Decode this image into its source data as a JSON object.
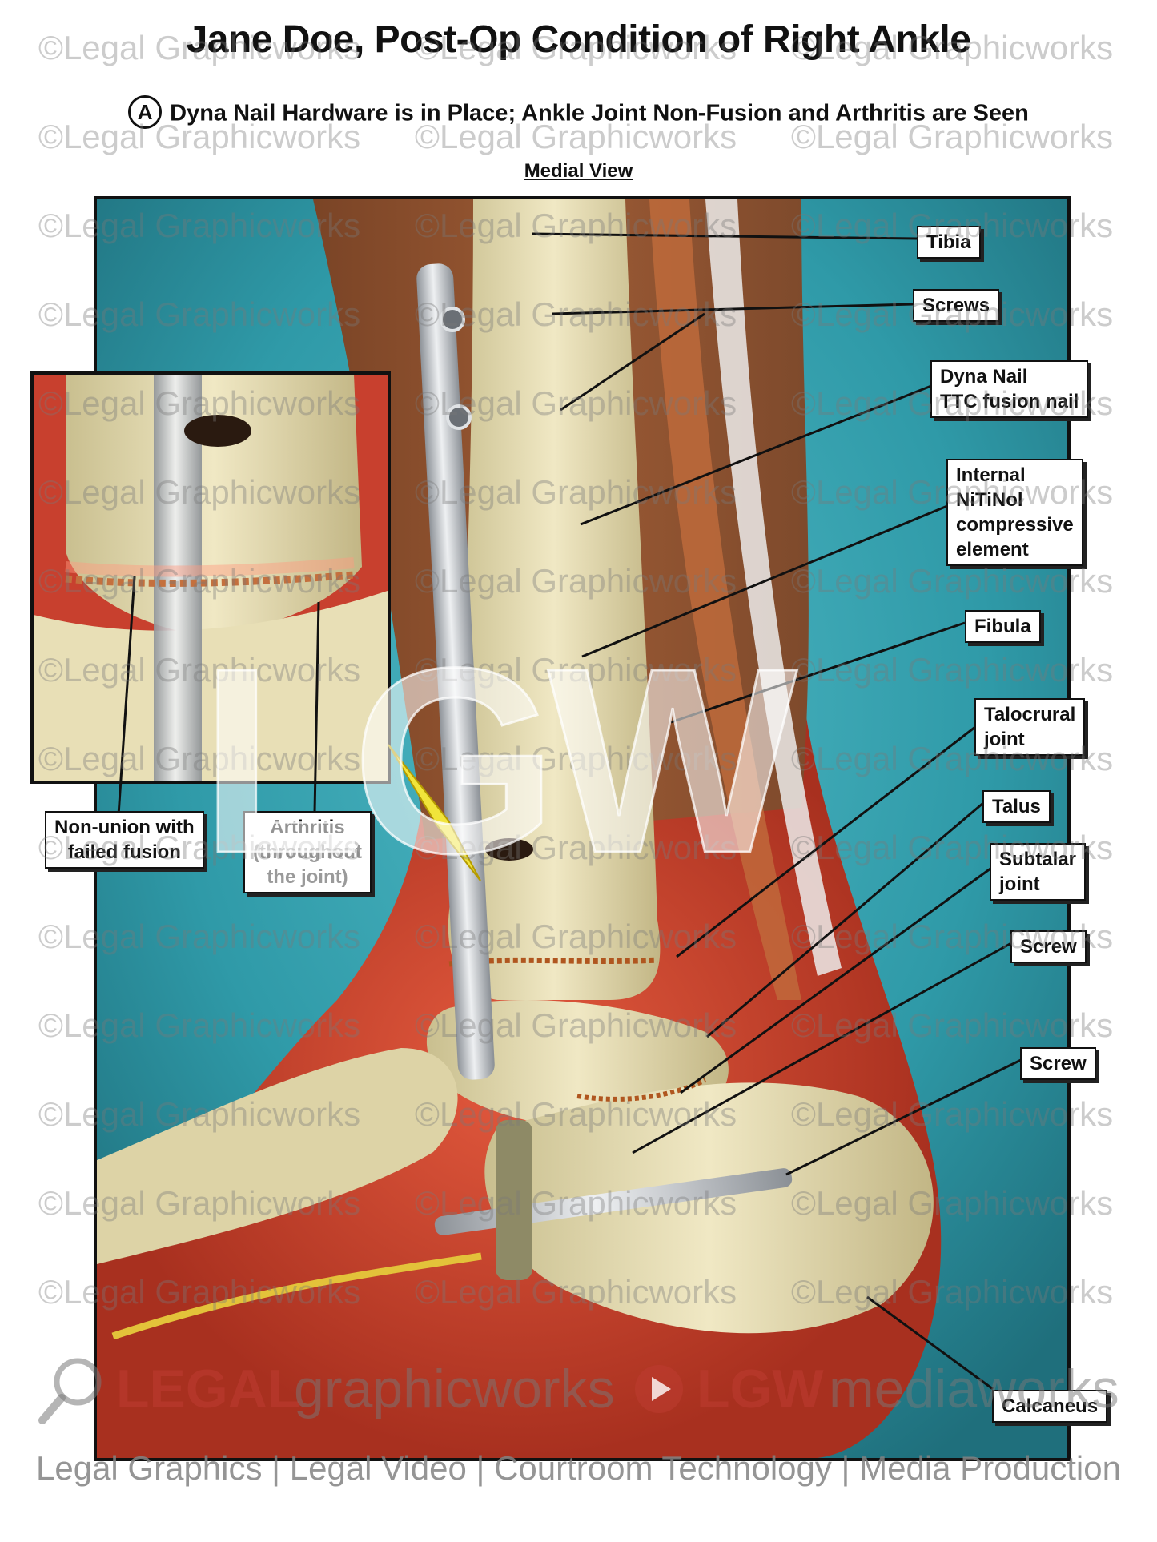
{
  "title": "Jane Doe, Post-Op Condition of Right Ankle",
  "subtitle": {
    "marker": "A",
    "text": "Dyna Nail Hardware is in Place; Ankle Joint Non-Fusion and Arthritis are Seen"
  },
  "view": "Medial View",
  "labels": {
    "tibia": "Tibia",
    "screws": "Screws",
    "dyna_nail_1": "Dyna Nail",
    "dyna_nail_2": "TTC fusion nail",
    "internal_1": "Internal",
    "internal_2": "NiTiNol",
    "internal_3": "compressive",
    "internal_4": "element",
    "fibula": "Fibula",
    "talocrural_1": "Talocrural",
    "talocrural_2": "joint",
    "talus": "Talus",
    "subtalar_1": "Subtalar",
    "subtalar_2": "joint",
    "screw_1": "Screw",
    "screw_2": "Screw",
    "calcaneus": "Calcaneus",
    "nonunion_1": "Non-union with",
    "nonunion_2": "failed fusion",
    "arthritis_1": "Arthritis",
    "arthritis_2": "(throughout",
    "arthritis_3": "the joint)"
  },
  "watermark": {
    "text": "©Legal Graphicworks",
    "logo": "LGW",
    "brand_legal": "LEGAL",
    "brand_graphicworks": "graphicworks",
    "brand_lgw": "LGW",
    "brand_mediaworks": "mediaworks",
    "footer": "Legal Graphics | Legal Video | Courtroom Technology | Media Production"
  },
  "colors": {
    "background_teal": "#2f9aa8",
    "soft_tissue_red": "#c8402e",
    "bone": "#e6ddb0",
    "nail_metal": "#c9ccd0"
  }
}
